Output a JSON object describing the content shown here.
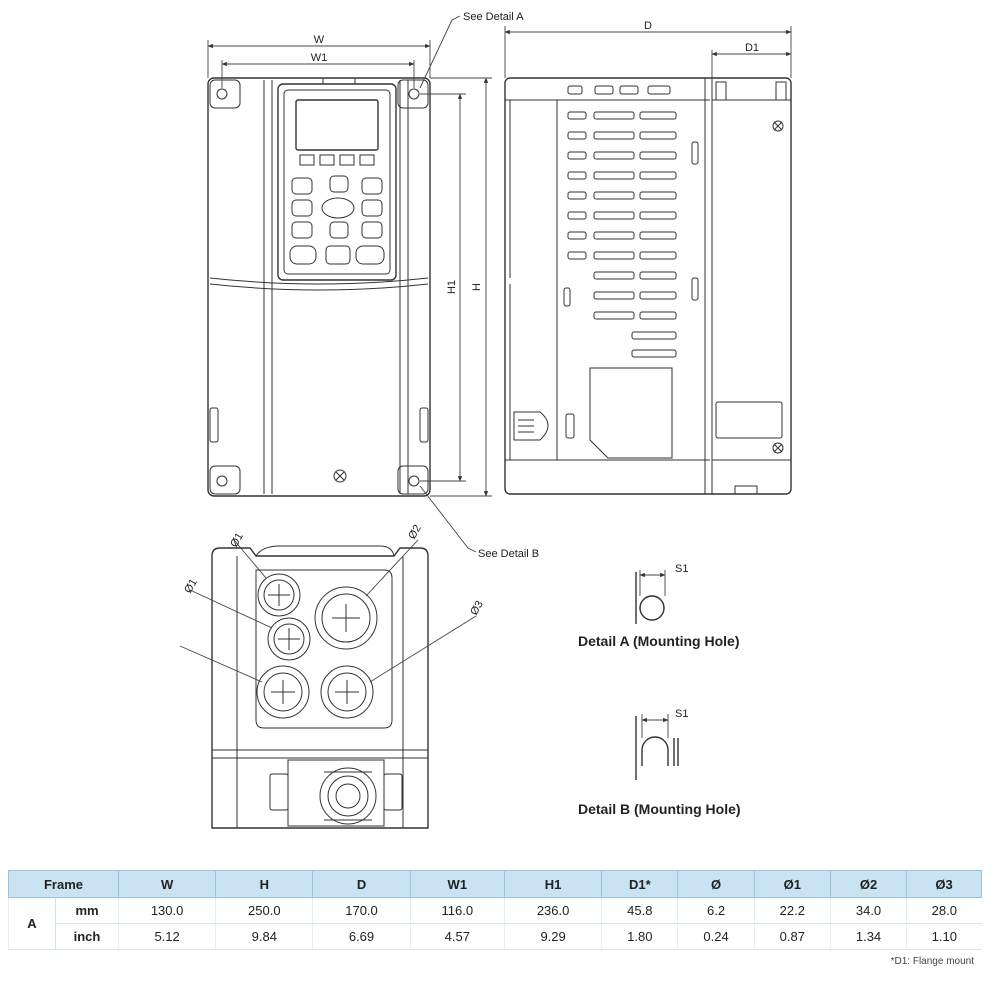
{
  "diagram": {
    "callouts": {
      "detail_a_ref": "See Detail A",
      "detail_b_ref": "See Detail B"
    },
    "dimension_labels": {
      "w": "W",
      "w1": "W1",
      "h": "H",
      "h1": "H1",
      "d": "D",
      "d1": "D1",
      "s1_a": "S1",
      "s1_b": "S1",
      "phi1_top": "Ø1",
      "phi1_mid": "Ø1",
      "phi2": "Ø2",
      "phi3": "Ø3"
    },
    "detail_a_caption": "Detail A (Mounting Hole)",
    "detail_b_caption": "Detail B (Mounting Hole)"
  },
  "table": {
    "frame_header": "Frame",
    "columns": [
      "W",
      "H",
      "D",
      "W1",
      "H1",
      "D1*",
      "Ø",
      "Ø1",
      "Ø2",
      "Ø3"
    ],
    "frame": "A",
    "rows": [
      {
        "unit": "mm",
        "values": [
          "130.0",
          "250.0",
          "170.0",
          "116.0",
          "236.0",
          "45.8",
          "6.2",
          "22.2",
          "34.0",
          "28.0"
        ]
      },
      {
        "unit": "inch",
        "values": [
          "5.12",
          "9.84",
          "6.69",
          "4.57",
          "9.29",
          "1.80",
          "0.24",
          "0.87",
          "1.34",
          "1.10"
        ]
      }
    ],
    "footnote": "*D1: Flange mount"
  }
}
